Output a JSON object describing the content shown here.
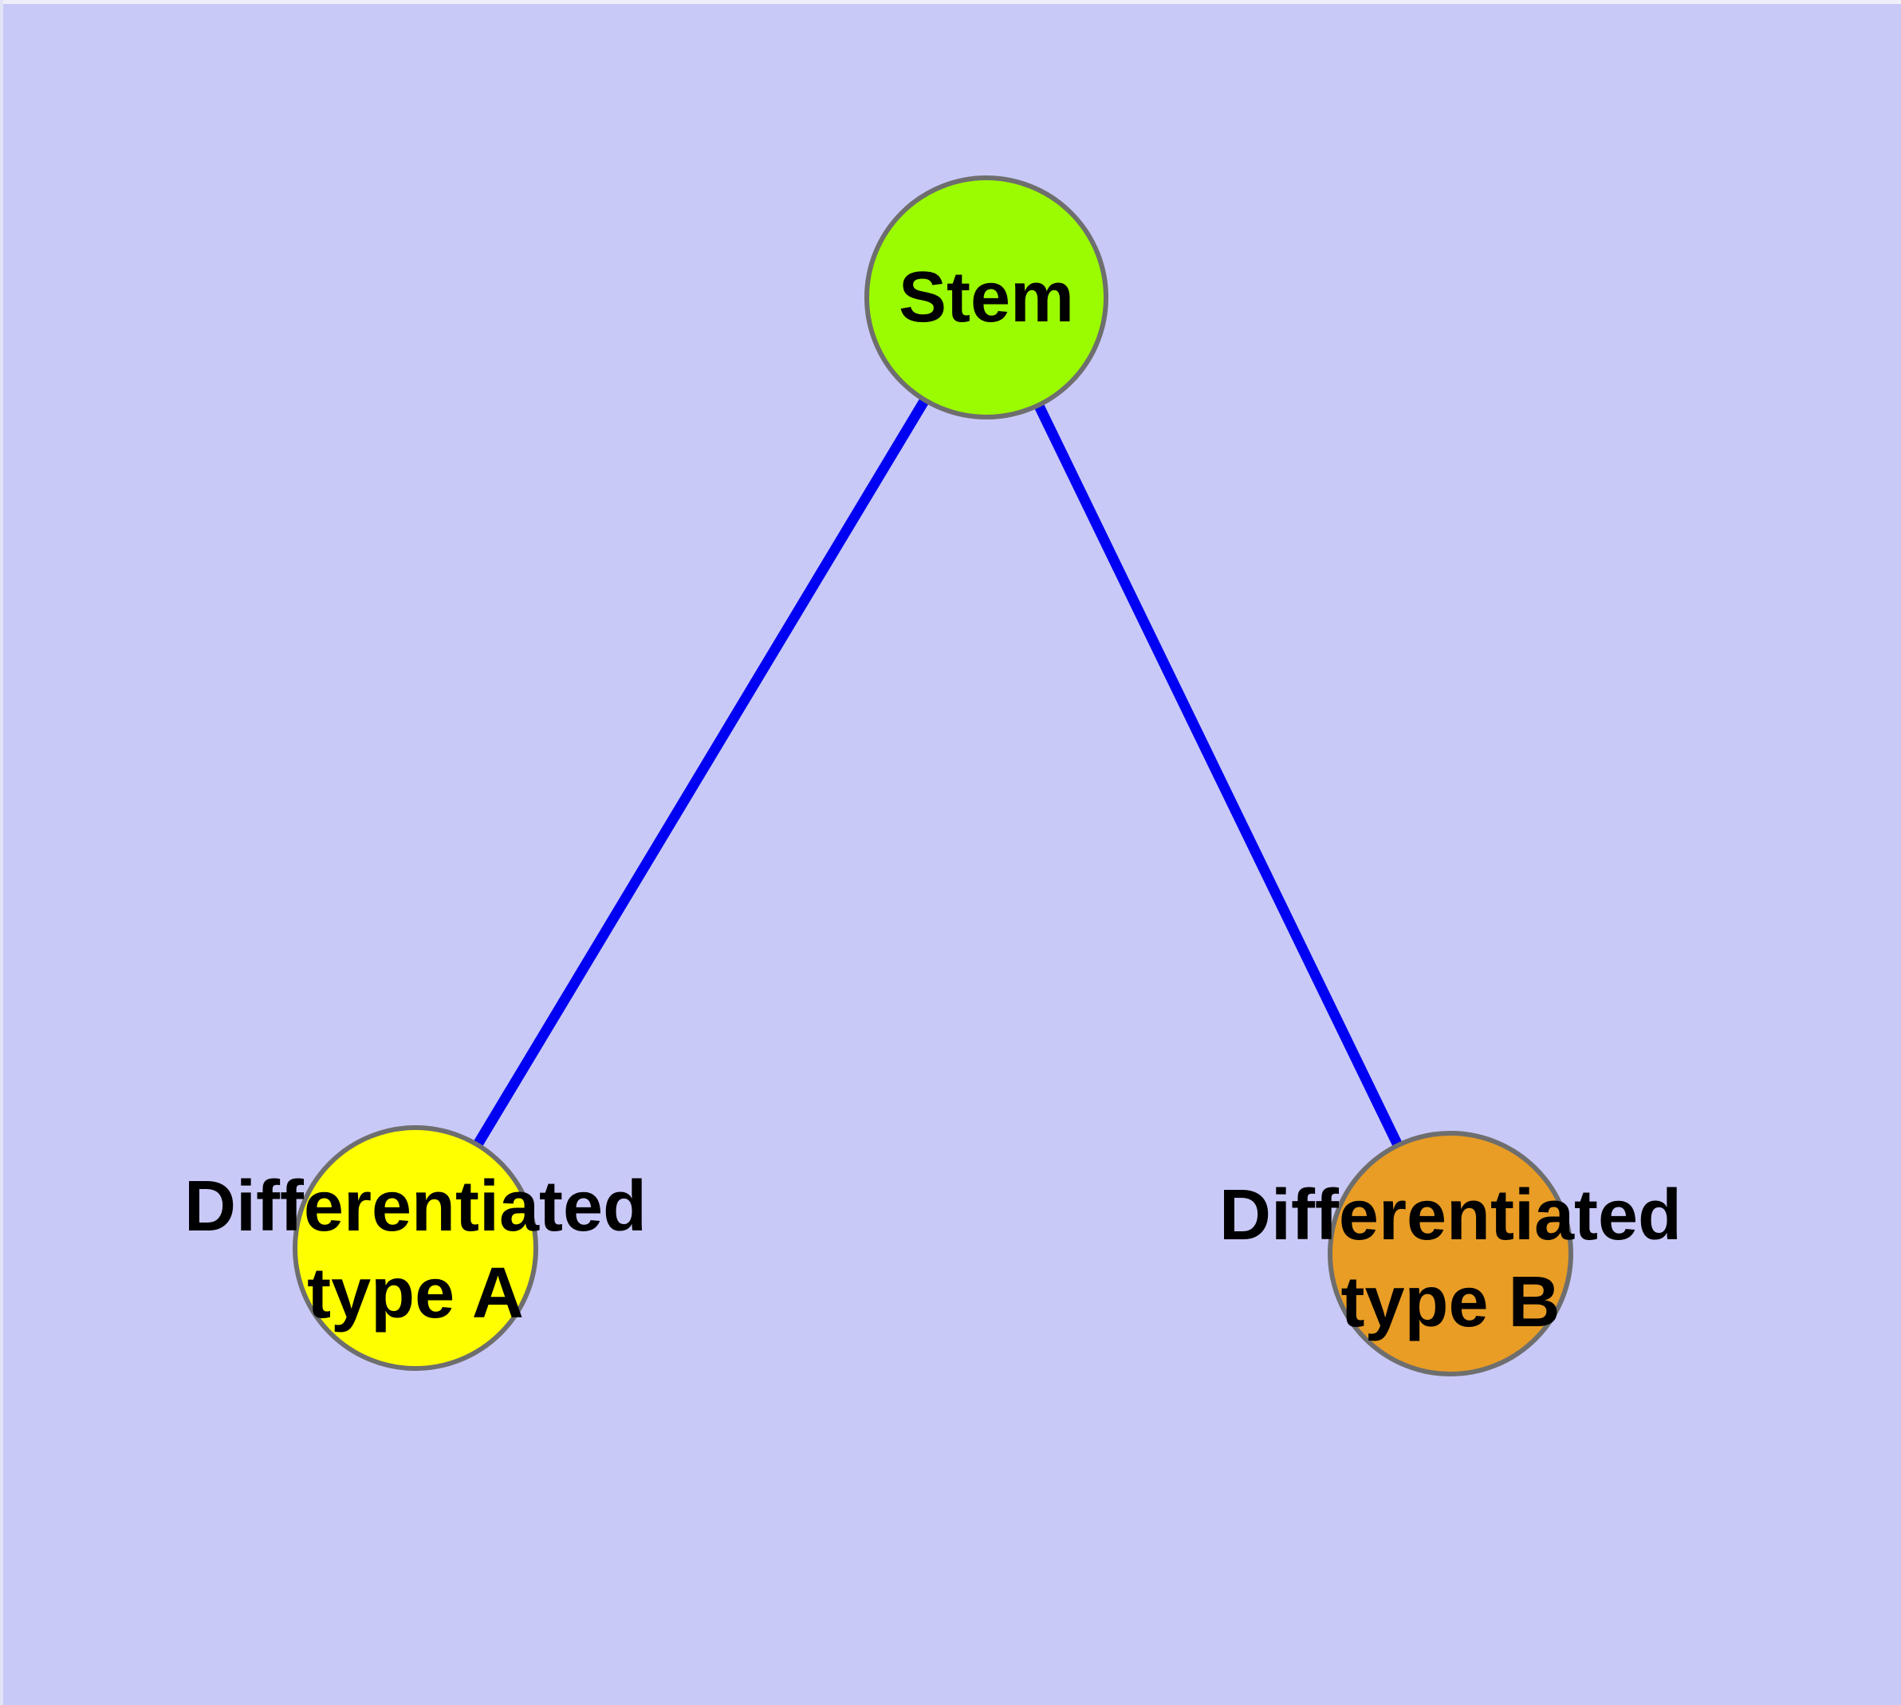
{
  "diagram": {
    "background_color": "#C9C9F8",
    "edge_color": "#0000F2",
    "node_border_color": "#6E6E6E",
    "text_color": "#000000",
    "nodes": {
      "stem": {
        "label": "Stem",
        "fill_color": "#9BFB00"
      },
      "type_a": {
        "label_lines": [
          "Differentiated",
          "type A"
        ],
        "fill_color": "#FFFF00"
      },
      "type_b": {
        "label_lines": [
          "Differentiated",
          "type B"
        ],
        "fill_color": "#E99D24"
      }
    },
    "edges": [
      {
        "from": "Stem",
        "to": "Differentiated type A"
      },
      {
        "from": "Stem",
        "to": "Differentiated type B"
      }
    ]
  }
}
